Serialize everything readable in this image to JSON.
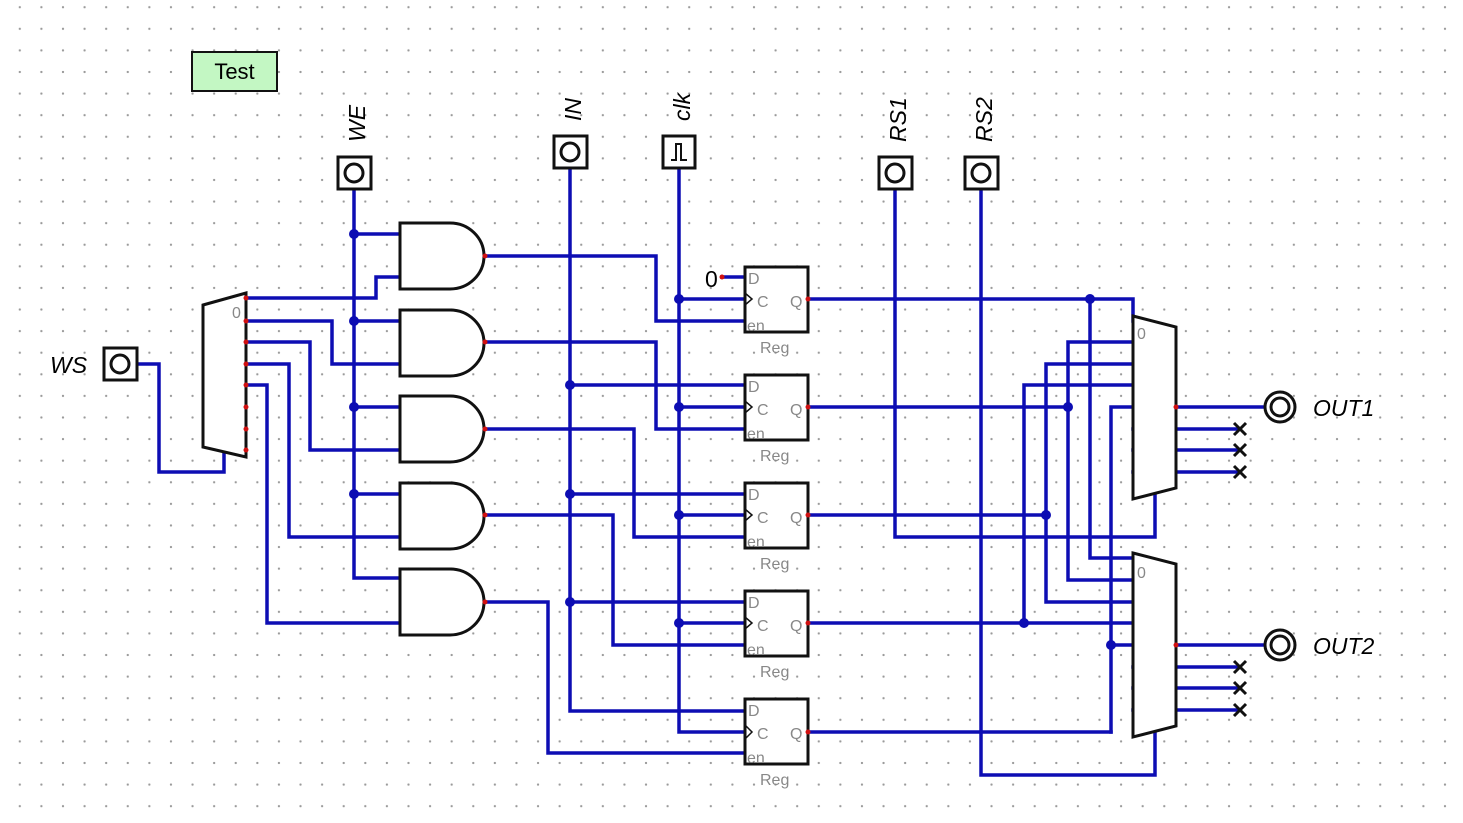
{
  "toolbar": {
    "test_label": "Test"
  },
  "inputs": {
    "we": "WE",
    "in": "IN",
    "clk": "clk",
    "rs1": "RS1",
    "rs2": "RS2",
    "ws": "WS"
  },
  "outputs": {
    "out1": "OUT1",
    "out2": "OUT2"
  },
  "constant": "0",
  "decoder": {
    "zero_label": "0"
  },
  "mux1": {
    "zero_label": "0"
  },
  "mux2": {
    "zero_label": "0"
  },
  "register": {
    "label": "Reg",
    "pin_d": "D",
    "pin_c": "C",
    "pin_q": "Q",
    "pin_en": "en"
  },
  "colors": {
    "wire": "#0d0db3",
    "pin_dot": "#d01010",
    "button_bg": "#c3f7c3"
  }
}
